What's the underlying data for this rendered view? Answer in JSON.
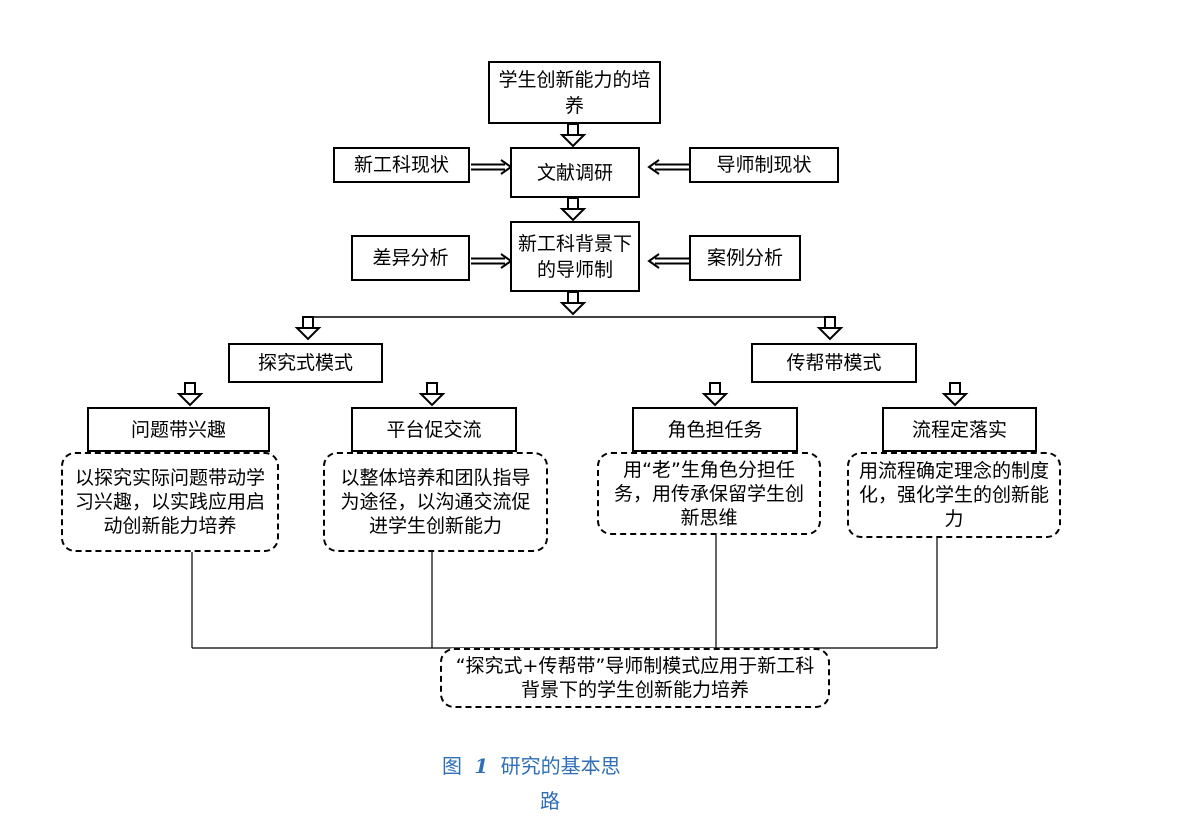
{
  "nodes": {
    "goal": "学生创新能力的培养",
    "literature": "文献调研",
    "status_nec": "新工科现状",
    "status_tutor": "导师制现状",
    "tutor_system": "新工科背景下的导师制",
    "diff_analysis": "差异分析",
    "case_analysis": "案例分析",
    "inquiry_mode": "探究式模式",
    "mentor_mode": "传帮带模式",
    "problem_interest": "问题带兴趣",
    "platform_exchange": "平台促交流",
    "role_task": "角色担任务",
    "process_impl": "流程定落实",
    "desc_problem": "以探究实际问题带动学习兴趣，以实践应用启动创新能力培养",
    "desc_platform": "以整体培养和团队指导为途径，以沟通交流促进学生创新能力",
    "desc_role": "用“老”生角色分担任务，用传承保留学生创新思维",
    "desc_process": "用流程确定理念的制度化，强化学生的创新能力",
    "final": "“探究式+传帮带”导师制模式应用于新工科背景下的学生创新能力培养"
  },
  "caption": {
    "label": "图",
    "number": "1",
    "text_line1": "研究的基本思",
    "text_line2": "路"
  }
}
